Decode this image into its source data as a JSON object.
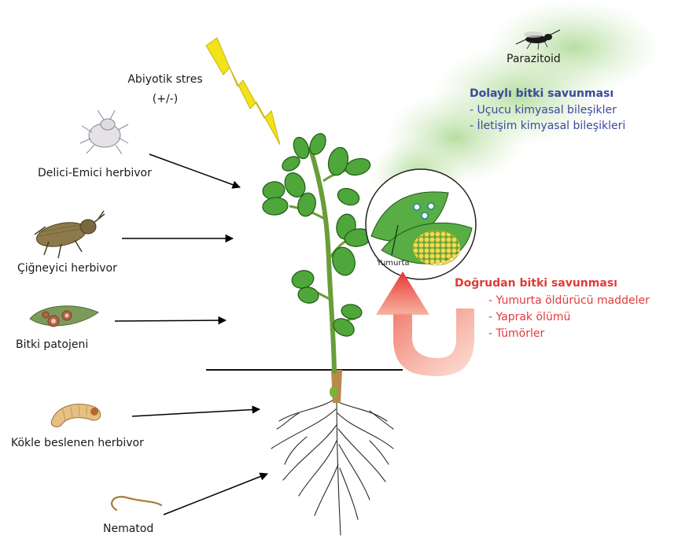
{
  "labels": {
    "abiotic": "Abiyotik stres",
    "abiotic_sign": "(+/-)",
    "sucking": "Delici-Emici herbivor",
    "chewing": "Çiğneyici herbivor",
    "pathogen": "Bitki patojeni",
    "root_feeder": "Kökle beslenen herbivor",
    "nematode": "Nematod",
    "parasitoid": "Parazitoid",
    "egg": "Yumurta"
  },
  "indirect_defense": {
    "title": "Dolaylı bitki savunması",
    "items": [
      "- Uçucu kimyasal bileşikler",
      "- İletişim kimyasal bileşikleri"
    ]
  },
  "direct_defense": {
    "title": "Doğrudan bitki savunması",
    "items": [
      "- Yumurta öldürücü maddeler",
      "- Yaprak ölümü",
      "- Tümörler"
    ]
  },
  "colors": {
    "indirect": "#3b4a9c",
    "direct": "#e23a3a",
    "leaf": "#4fa63a",
    "leaf_dark": "#2f7a25",
    "stem": "#6a9d3a",
    "lightning": "#f2e21a",
    "plume": "#b8dca0",
    "eggs": "#e8d24a"
  },
  "icons": [
    "lightning-icon",
    "aphid-icon",
    "weevil-icon",
    "diseased-leaf-icon",
    "larva-icon",
    "nematode-icon",
    "wasp-icon",
    "arrow-icon"
  ]
}
